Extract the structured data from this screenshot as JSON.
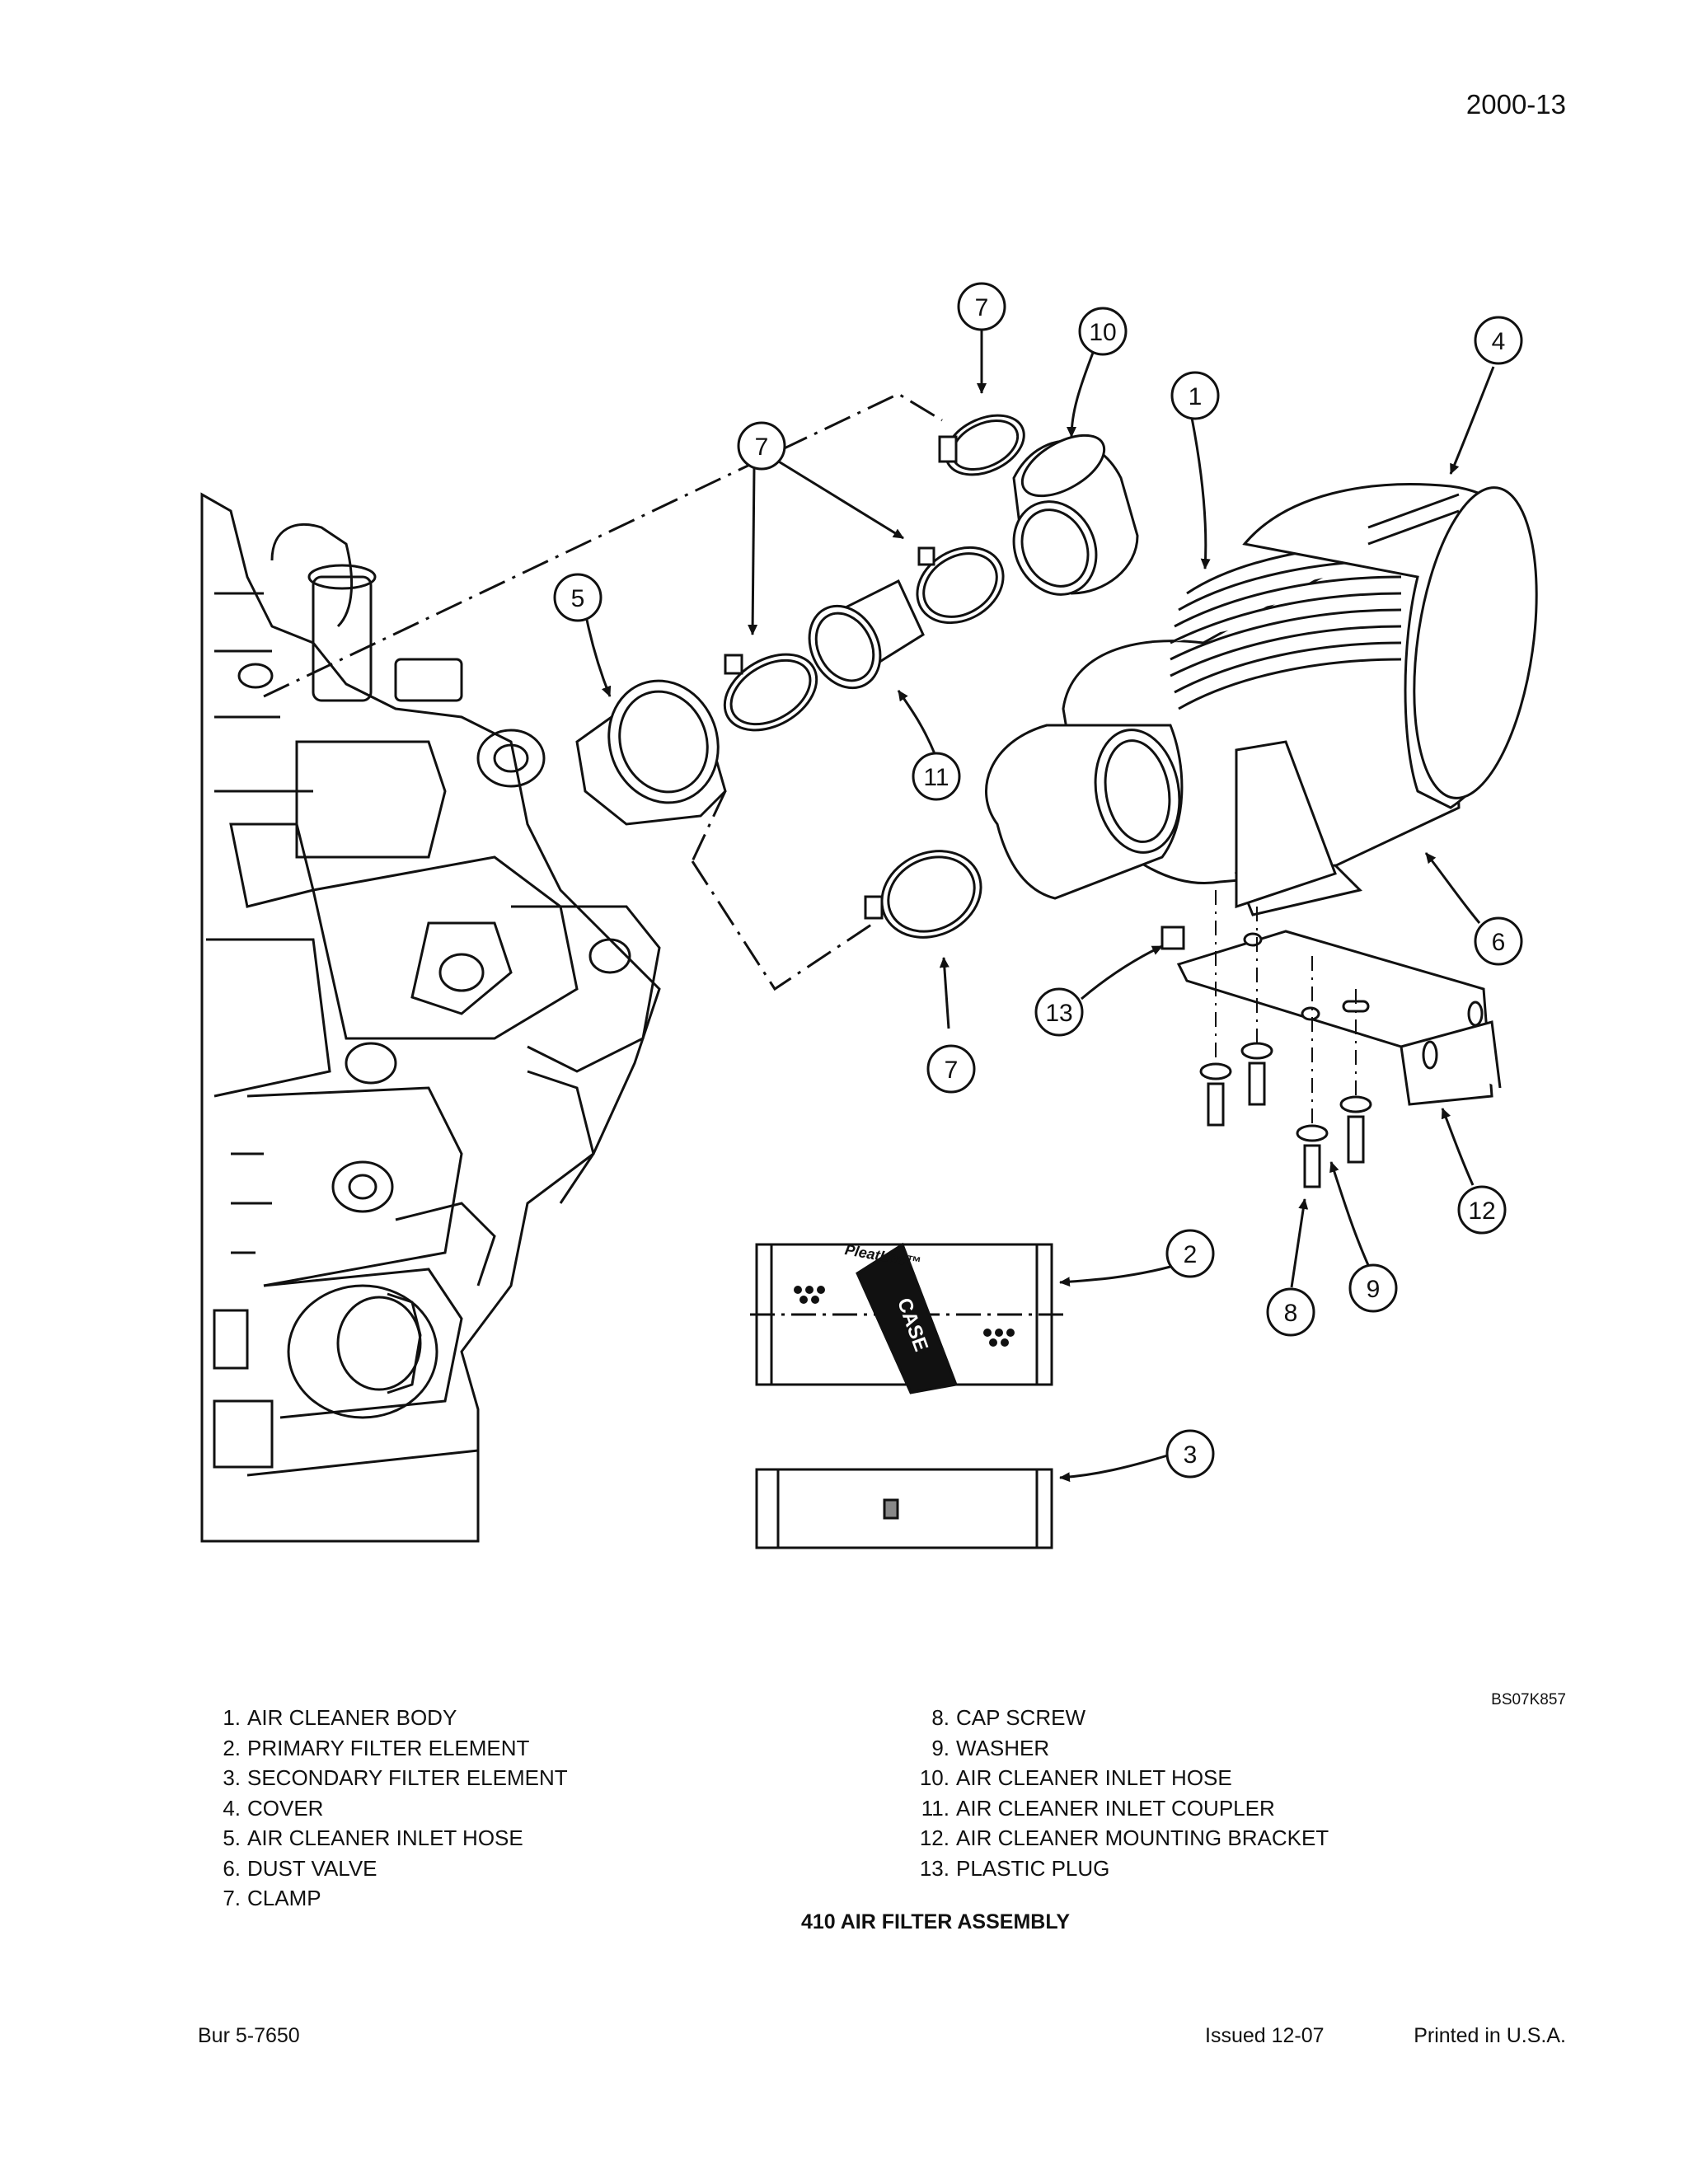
{
  "page_number": "2000-13",
  "figure_id": "BS07K857",
  "filter_brand_text": "PleatLoc™",
  "filter_logo_text": "CASE",
  "callouts": [
    "1",
    "2",
    "3",
    "4",
    "5",
    "6",
    "7",
    "8",
    "9",
    "10",
    "11",
    "12",
    "13"
  ],
  "legend_left": [
    {
      "num": "1.",
      "label": "AIR CLEANER BODY"
    },
    {
      "num": "2.",
      "label": "PRIMARY FILTER ELEMENT"
    },
    {
      "num": "3.",
      "label": "SECONDARY FILTER ELEMENT"
    },
    {
      "num": "4.",
      "label": "COVER"
    },
    {
      "num": "5.",
      "label": "AIR CLEANER INLET HOSE"
    },
    {
      "num": "6.",
      "label": "DUST VALVE"
    },
    {
      "num": "7.",
      "label": "CLAMP"
    }
  ],
  "legend_right": [
    {
      "num": "8.",
      "label": "CAP SCREW"
    },
    {
      "num": "9.",
      "label": "WASHER"
    },
    {
      "num": "10.",
      "label": "AIR CLEANER INLET HOSE"
    },
    {
      "num": "11.",
      "label": "AIR CLEANER INLET COUPLER"
    },
    {
      "num": "12.",
      "label": "AIR CLEANER MOUNTING BRACKET"
    },
    {
      "num": "13.",
      "label": "PLASTIC PLUG"
    }
  ],
  "caption": "410 AIR FILTER ASSEMBLY",
  "footer": {
    "manual": "Bur 5-7650",
    "issued": "Issued 12-07",
    "printed": "Printed in U.S.A."
  }
}
